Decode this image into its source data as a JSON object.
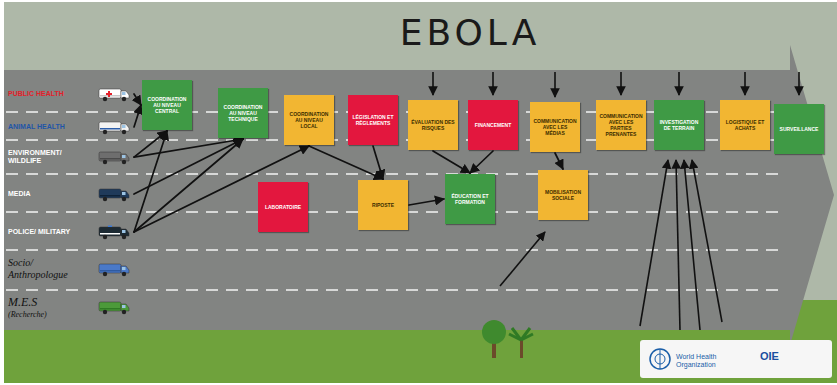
{
  "diagram": {
    "title": "EBOLA",
    "nodes": [
      {
        "text": [
          "PUBLIC HEALTH"
        ]
      },
      {
        "text": [
          "ANIMAL HEALTH"
        ]
      },
      {
        "text": [
          "ENVIRONMENT/ WILDLIFE"
        ]
      },
      {
        "text": [
          "MEDIA"
        ]
      },
      {
        "text": [
          "POLICE/ MILITARY"
        ]
      },
      {
        "text": [
          "Socio/ Anthropologue"
        ]
      },
      {
        "text": [
          "M.E.S",
          "(Recherche)"
        ]
      },
      {
        "text": [
          "COORDINATION AU NIVEAU CENTRAL"
        ]
      },
      {
        "text": [
          "COORDINATION AU NIVEAU TECHNIQUE"
        ]
      },
      {
        "text": [
          "COORDINATION AU NIVEAU LOCAL"
        ]
      },
      {
        "text": [
          "LABORATOIRE"
        ]
      },
      {
        "text": [
          "LÉGISLATION ET RÈGLEMENTS"
        ]
      },
      {
        "text": [
          "RIPOSTE"
        ]
      },
      {
        "text": [
          "ÉVALUATION DES RISQUES"
        ]
      },
      {
        "text": [
          "FINANCEMENT"
        ]
      },
      {
        "text": [
          "ÉDUCATION ET FORMATION"
        ]
      },
      {
        "text": [
          "COMMUNICATION AVEC LES MÉDIAS"
        ]
      },
      {
        "text": [
          "MOBILISATION SOCIALE"
        ]
      },
      {
        "text": [
          "COMMUNICATION AVEC LES PARTIES PRENANTES"
        ]
      },
      {
        "text": [
          "INVESTIGATION DE TERRAIN"
        ]
      },
      {
        "text": [
          "LOGISTIQUE ET ACHATS"
        ]
      },
      {
        "text": [
          "SURVEILLANCE"
        ]
      }
    ],
    "edges": [
      {
        "from": 0,
        "to": 7,
        "arrow": "to"
      },
      {
        "from": 1,
        "to": 7,
        "arrow": "to"
      },
      {
        "from": 2,
        "to": 7,
        "arrow": "to"
      },
      {
        "from": 2,
        "to": 8,
        "arrow": "to"
      },
      {
        "from": 3,
        "to": 8,
        "arrow": "to"
      },
      {
        "from": 4,
        "to": 7,
        "arrow": "to"
      },
      {
        "from": 4,
        "to": 8,
        "arrow": "to"
      },
      {
        "from": 4,
        "to": 9,
        "arrow": "to"
      },
      {
        "from": 9,
        "to": 12,
        "arrow": "to"
      },
      {
        "from": 11,
        "to": 12,
        "arrow": "to"
      },
      {
        "from": 12,
        "to": 15,
        "arrow": "to"
      },
      {
        "from": 13,
        "to": 15,
        "arrow": "to"
      },
      {
        "from": 14,
        "to": 15,
        "arrow": "to"
      },
      {
        "from": 16,
        "to": 17,
        "arrow": "to"
      }
    ],
    "labels": [
      "World Health Organization",
      "OIE"
    ]
  }
}
